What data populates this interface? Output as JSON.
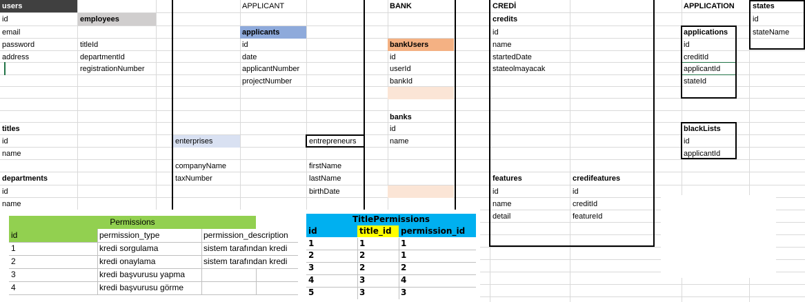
{
  "colors": {
    "users_header_bg": "#404040",
    "employees_bg": "#d0cece",
    "applicants_bg": "#8eaadb",
    "bankusers_bg": "#f4b183",
    "bank_pale_bg": "#fbe5d6",
    "enterprises_bg": "#d9e1f2",
    "permissions_green": "#92d050",
    "titleperm_blue": "#00b0f0",
    "titleperm_yellow": "#ffff00",
    "gridline": "#d9d9d9"
  },
  "cells": {
    "users": "users",
    "employees": "employees",
    "applicant_hdr": "APPLICANT",
    "bank_hdr": "BANK",
    "credi_hdr": "CREDİ",
    "application_hdr": "APPLICATION",
    "states": "states",
    "u_id": "id",
    "u_email": "email",
    "u_password": "password",
    "u_address": "address",
    "e_titleId": "titleId",
    "e_departmentId": "departmentId",
    "e_registrationNumber": "registrationNumber",
    "applicants": "applicants",
    "a_id": "id",
    "a_date": "date",
    "a_applicantNumber": "applicantNumber",
    "a_projectNumber": "projectNumber",
    "bankUsers": "bankUsers",
    "bu_id": "id",
    "bu_userId": "userId",
    "bu_bankId": "bankId",
    "banks": "banks",
    "b_id": "id",
    "b_name": "name",
    "credits": "credits",
    "c_id": "id",
    "c_name": "name",
    "c_startedDate": "startedDate",
    "c_stateolmayacak": "stateolmayacak",
    "applications": "applications",
    "ap_id": "id",
    "ap_creditId": "creditId",
    "ap_applicantId": "applicantId",
    "ap_stateId": "stateId",
    "s_id": "id",
    "s_stateName": "stateName",
    "titles": "titles",
    "t_id": "id",
    "t_name": "name",
    "enterprises": "enterprises",
    "en_companyName": "companyName",
    "en_taxNumber": "taxNumber",
    "entrepreneurs": "entrepreneurs",
    "et_firstName": "firstName",
    "et_lastName": "lastName",
    "et_birthDate": "birthDate",
    "blackLists": "blackLists",
    "bl_id": "id",
    "bl_applicantId": "applicantId",
    "departments": "departments",
    "d_id": "id",
    "d_name": "name",
    "features": "features",
    "f_id": "id",
    "f_name": "name",
    "f_detail": "detail",
    "credifeatures": "credifeatures",
    "cf_id": "id",
    "cf_creditId": "creditId",
    "cf_featureId": "featureId"
  },
  "permissions": {
    "title": "Permissions",
    "headers": [
      "id",
      "permission_type",
      "permission_description"
    ],
    "rows": [
      [
        "1",
        "kredi sorgulama",
        "sistem tarafından kredi"
      ],
      [
        "2",
        "kredi onaylama",
        "sistem tarafından kredi"
      ],
      [
        "3",
        "kredi başvurusu yapma",
        ""
      ],
      [
        "4",
        "kredi başvurusu görme",
        ""
      ]
    ]
  },
  "title_permissions": {
    "title": "TitlePermissions",
    "headers": [
      "id",
      "title_id",
      "permission_id"
    ],
    "rows": [
      [
        "1",
        "1",
        "1"
      ],
      [
        "2",
        "2",
        "1"
      ],
      [
        "3",
        "2",
        "2"
      ],
      [
        "4",
        "3",
        "4"
      ],
      [
        "5",
        "3",
        "3"
      ]
    ]
  }
}
